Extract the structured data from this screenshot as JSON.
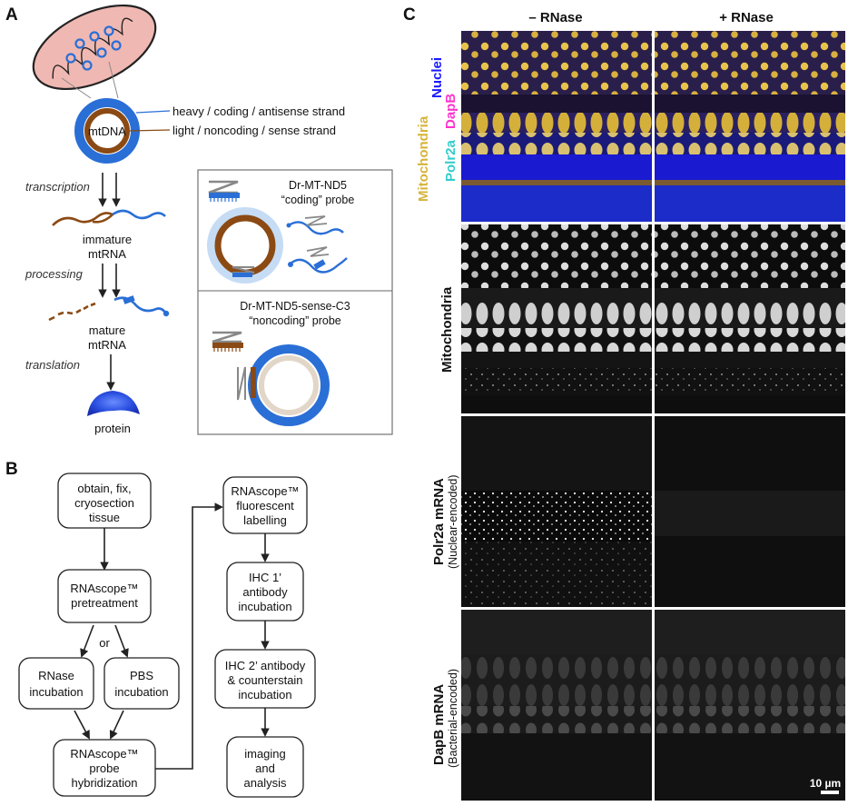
{
  "panels": {
    "a": "A",
    "b": "B",
    "c": "C"
  },
  "panel_a": {
    "mtdna_label": "mtDNA",
    "heavy_strand": "heavy / coding / antisense strand",
    "light_strand": "light / noncoding / sense strand",
    "transcription": "transcription",
    "immature_1": "immature",
    "immature_2": "mtRNA",
    "processing": "processing",
    "mature_1": "mature",
    "mature_2": "mtRNA",
    "translation": "translation",
    "protein": "protein",
    "probe1_name": "Dr-MT-ND5",
    "probe1_type": "“coding” probe",
    "probe2_name": "Dr-MT-ND5-sense-C3",
    "probe2_type": "“noncoding” probe",
    "colors": {
      "heavy": "#2a6fd6",
      "light": "#8b4a14",
      "mito": "#f0b8b2"
    }
  },
  "panel_b": {
    "step1": [
      "obtain, fix,",
      "cryosection",
      "tissue"
    ],
    "step2": [
      "RNAscope™",
      "pretreatment"
    ],
    "or": "or",
    "step3a": [
      "RNase",
      "incubation"
    ],
    "step3b": [
      "PBS",
      "incubation"
    ],
    "step4": [
      "RNAscope™",
      "probe",
      "hybridization"
    ],
    "step5": [
      "RNAscope™",
      "fluorescent",
      "labelling"
    ],
    "step6": [
      "IHC 1’",
      "antibody",
      "incubation"
    ],
    "step7": [
      "IHC 2’ antibody",
      "& counterstain",
      "incubation"
    ],
    "step8": [
      "imaging",
      "and",
      "analysis"
    ]
  },
  "panel_c": {
    "col_minus": "– RNase",
    "col_plus": "+ RNase",
    "legend_nuclei": "Nuclei",
    "legend_dapb": "DapB",
    "legend_mito": "Mitochondria",
    "legend_polr2a": "Polr2a",
    "row2_label": "Mitochondria",
    "row3_label": "Polr2a mRNA",
    "row3_sub": "(Nuclear-encoded)",
    "row4_label": "DapB mRNA",
    "row4_sub": "(Bacterial-encoded)",
    "scale_bar": "10 µm",
    "colors": {
      "nuclei": "#1a1aff",
      "dapb": "#ff33cc",
      "mito": "#d6b43a",
      "polr2a": "#33cccc"
    }
  }
}
